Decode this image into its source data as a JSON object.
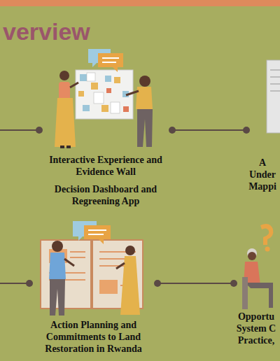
{
  "diagram": {
    "title": "verview",
    "nodes": [
      {
        "text": [
          "Interactive Experience and Evidence Wall",
          "Decision Dashboard and Regreening App"
        ]
      },
      {
        "text": [
          "A Under Mappi"
        ]
      },
      {
        "text": [
          "Action Planning and Commitments to Land Restoration in Rwanda"
        ]
      },
      {
        "text": [
          "Opportu System C Practice,"
        ]
      }
    ],
    "edges": [
      {
        "from": 0,
        "to": 1,
        "arrow": "none"
      },
      {
        "from": 2,
        "to": 3,
        "arrow": "none"
      }
    ]
  }
}
